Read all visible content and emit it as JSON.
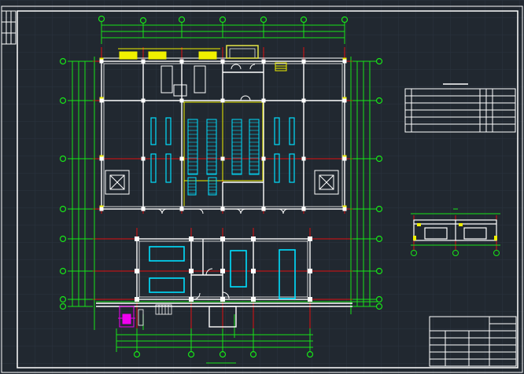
{
  "drawing": {
    "type": "CAD floor plan",
    "background_color": "#212830",
    "grid_color": "#2c3440",
    "colors": {
      "border": "#ffffff",
      "wall": "#ffffff",
      "axis": "#e01010",
      "dimension": "#18e418",
      "equipment": "#00e0ff",
      "stair": "#00e0ff",
      "hatch": "#f0f000",
      "marker": "#f000f0"
    },
    "title_block_rows": 4,
    "info_table_rows": 6,
    "column_bubble_count_top": 7,
    "row_bubble_count_side": 7
  }
}
